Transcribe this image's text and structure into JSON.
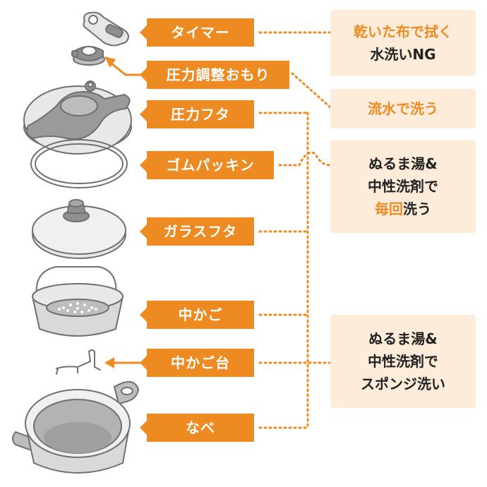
{
  "colors": {
    "accent": "#ee8a22",
    "box_bg": "#fcecd9",
    "text": "#222222",
    "part_fill": "#e6e6e6",
    "part_dark": "#8f8f8f",
    "part_line": "#707070"
  },
  "labels": {
    "timer": "タイマー",
    "weight": "圧力調整おもり",
    "pressure_lid": "圧力フタ",
    "gasket": "ゴムパッキン",
    "glass_lid": "ガラスフタ",
    "basket": "中かご",
    "basket_stand": "中かご台",
    "pot": "なべ"
  },
  "instructions": {
    "dry_cloth": {
      "line1": "乾いた布で拭く",
      "line2": "水洗いNG"
    },
    "running_water": {
      "line1": "流水で洗う"
    },
    "every_time": {
      "line1": "ぬるま湯&",
      "line2": "中性洗剤で",
      "line3_highlight": "毎回",
      "line3_rest": "洗う"
    },
    "sponge": {
      "line1": "ぬるま湯&",
      "line2": "中性洗剤で",
      "line3": "スポンジ洗い"
    }
  }
}
